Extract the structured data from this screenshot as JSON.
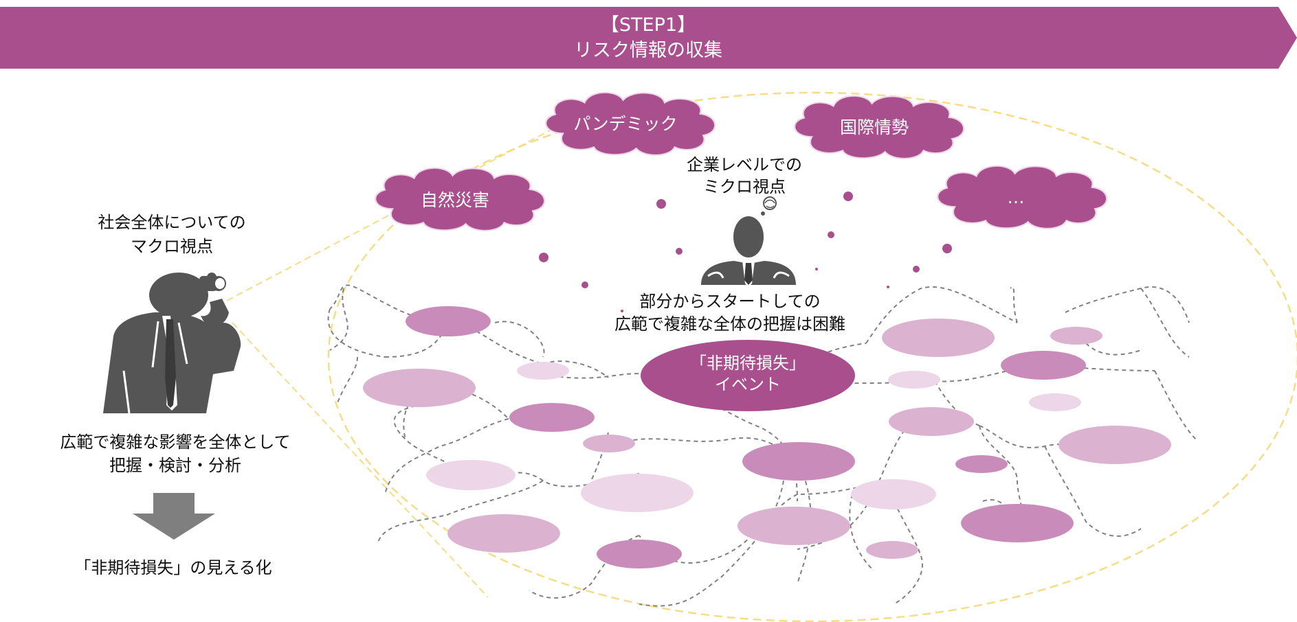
{
  "banner": {
    "line1": "【STEP1】",
    "line2": "リスク情報の収集"
  },
  "left": {
    "macro_line1": "社会全体についての",
    "macro_line2": "マクロ視点",
    "analysis_line1": "広範で複雑な影響を全体として",
    "analysis_line2": "把握・検討・分析",
    "result": "「非期待損失」の見える化"
  },
  "center": {
    "micro_line1": "企業レベルでの",
    "micro_line2": "ミクロ視点",
    "difficulty_line1": "部分からスタートしての",
    "difficulty_line2": "広範で複雑な全体の把握は困難",
    "event_line1": "「非期待損失」",
    "event_line2": "イベント"
  },
  "clouds": {
    "pandemic": "パンデミック",
    "international": "国際情勢",
    "disaster": "自然災害",
    "etc": "…"
  },
  "colors": {
    "primary": "#a94f8e",
    "node_dark": "#c98bb9",
    "node_mid": "#dbb3d0",
    "node_light": "#ecd6e7",
    "boundary": "#f5dc86",
    "figure": "#555555",
    "arrow": "#7f7f7f",
    "connector": "#808080"
  },
  "icons": {
    "binoculars_person": "person-with-binoculars-icon",
    "thinking_businessman": "thinking-businessman-icon",
    "down_arrow": "down-arrow-icon"
  }
}
